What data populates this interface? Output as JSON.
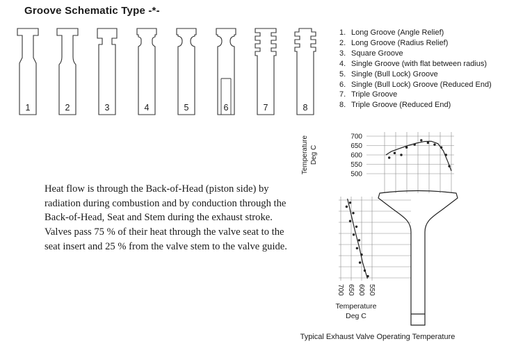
{
  "title": "Groove Schematic Type -*-",
  "colors": {
    "ink": "#1a1a1a",
    "background": "#ffffff"
  },
  "grooves": {
    "items": [
      {
        "num": "1",
        "list_num": "1.",
        "label": "Long Groove (Angle Relief)"
      },
      {
        "num": "2",
        "list_num": "2.",
        "label": "Long Groove (Radius Relief)"
      },
      {
        "num": "3",
        "list_num": "3.",
        "label": "Square Groove"
      },
      {
        "num": "4",
        "list_num": "4.",
        "label": "Single Groove (with flat between radius)"
      },
      {
        "num": "5",
        "list_num": "5.",
        "label": "Single (Bull Lock) Groove"
      },
      {
        "num": "6",
        "list_num": "6.",
        "label": "Single (Bull Lock) Groove (Reduced End)"
      },
      {
        "num": "7",
        "list_num": "7.",
        "label": "Triple Groove"
      },
      {
        "num": "8",
        "list_num": "8.",
        "label": "Triple Groove (Reduced End)"
      }
    ]
  },
  "paragraph": "Heat flow is through the Back-of-Head (piston side) by radiation during combustion and by conduction through the Back-of-Head, Seat and Stem during the exhaust stroke. Valves pass 75 % of their heat through the valve seat to the seat insert and 25 % from the valve stem to the valve guide.",
  "diagram": {
    "axis_label_line1": "Temperature",
    "axis_label_line2": "Deg C",
    "caption": "Typical Exhaust Valve Operating Temperature"
  },
  "chart_data": [
    {
      "type": "scatter",
      "region": "back-of-head",
      "title": "Typical Exhaust Valve Operating Temperature",
      "ylabel": "Temperature Deg C",
      "yticks": [
        700,
        650,
        600,
        550,
        500
      ],
      "ylim": [
        500,
        700
      ],
      "x_axis": "relative radial position across back of head (0 = left rim, 1 = right rim)",
      "grid": true,
      "curve": [
        [
          0.02,
          600
        ],
        [
          0.1,
          618
        ],
        [
          0.22,
          634
        ],
        [
          0.35,
          650
        ],
        [
          0.48,
          663
        ],
        [
          0.6,
          672
        ],
        [
          0.7,
          673
        ],
        [
          0.8,
          660
        ],
        [
          0.88,
          622
        ],
        [
          0.95,
          562
        ],
        [
          1.0,
          515
        ]
      ],
      "points": [
        [
          0.07,
          585
        ],
        [
          0.15,
          610
        ],
        [
          0.25,
          600
        ],
        [
          0.33,
          640
        ],
        [
          0.45,
          655
        ],
        [
          0.55,
          678
        ],
        [
          0.65,
          665
        ],
        [
          0.75,
          655
        ],
        [
          0.85,
          640
        ],
        [
          0.92,
          600
        ],
        [
          0.97,
          540
        ]
      ]
    },
    {
      "type": "scatter",
      "region": "stem",
      "title": "Typical Exhaust Valve Operating Temperature",
      "xlabel": "Temperature Deg C",
      "xticks": [
        700,
        650,
        600,
        550
      ],
      "xlim": [
        700,
        550
      ],
      "y_axis": "relative position along stem below head (0 = fillet, 1 = near guide)",
      "grid": true,
      "curve": [
        [
          0.0,
          668
        ],
        [
          0.2,
          650
        ],
        [
          0.4,
          632
        ],
        [
          0.6,
          612
        ],
        [
          0.8,
          595
        ],
        [
          1.0,
          572
        ]
      ],
      "points": [
        [
          0.05,
          655
        ],
        [
          0.1,
          672
        ],
        [
          0.18,
          640
        ],
        [
          0.28,
          655
        ],
        [
          0.35,
          625
        ],
        [
          0.45,
          638
        ],
        [
          0.52,
          612
        ],
        [
          0.62,
          622
        ],
        [
          0.7,
          600
        ],
        [
          0.8,
          608
        ],
        [
          0.9,
          585
        ],
        [
          0.97,
          570
        ]
      ]
    }
  ]
}
